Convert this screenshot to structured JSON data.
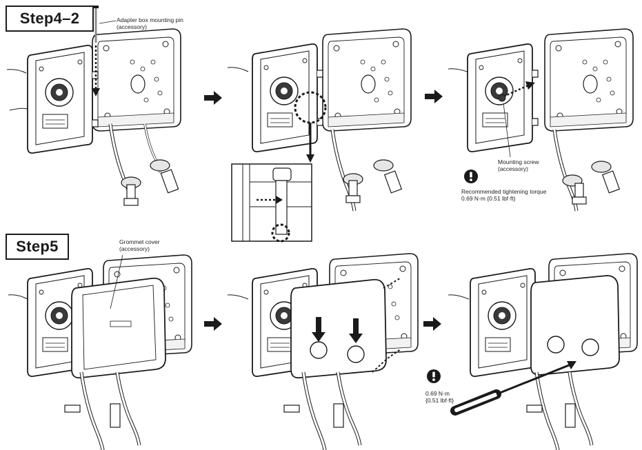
{
  "steps": {
    "step4_2": "Step4–2",
    "step5": "Step5"
  },
  "callouts": {
    "mounting_pin_line1": "Adapter box mounting pin",
    "mounting_pin_line2": "(accessory)",
    "mounting_screw_line1": "Mounting screw",
    "mounting_screw_line2": "(accessory)",
    "torque_line1": "Recommended tightening torque",
    "torque_line2": "0.69 N·m {0.51 lbf·ft}",
    "grommet_line1": "Grommet cover",
    "grommet_line2": "(accessory)",
    "torque2_line1": "0.69 N·m",
    "torque2_line2": "{0.51 lbf·ft}"
  },
  "icons": {
    "caution": "exclamation-circle-icon",
    "flow": "arrow-right-icon"
  },
  "colors": {
    "line": "#1a1a1a",
    "fill_grey": "#e6e6e6",
    "fill_dark": "#3a3a3a"
  }
}
